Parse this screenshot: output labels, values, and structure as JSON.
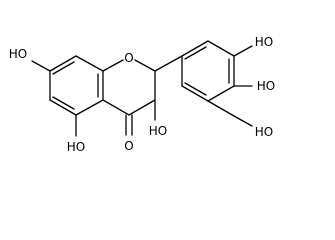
{
  "molecule": {
    "labels": {
      "oh_7": "HO",
      "oh_5": "HO",
      "ring_oxygen": "O",
      "carbonyl_oxygen": "O",
      "oh_3": "HO",
      "oh_3p": "HO",
      "oh_4p": "HO",
      "oh_5p": "HO"
    }
  }
}
